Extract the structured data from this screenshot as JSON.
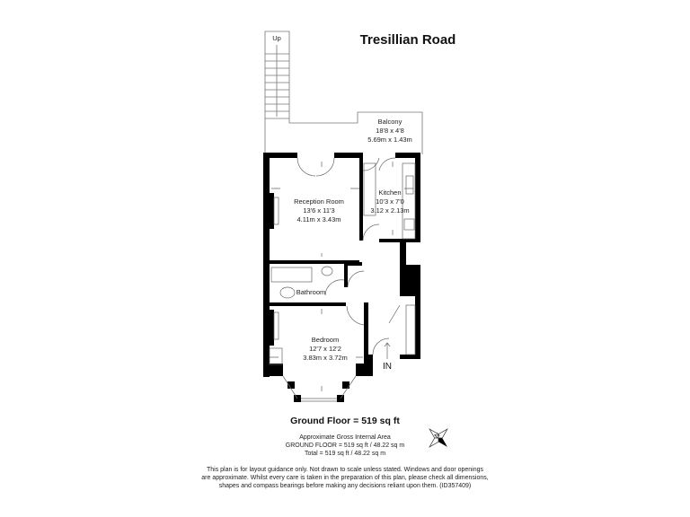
{
  "title": "Tresillian Road",
  "stairs_label": "Up",
  "rooms": [
    {
      "name": "Balcony",
      "imperial": "18'8 x 4'8",
      "metric": "5.69m x 1.43m"
    },
    {
      "name": "Reception Room",
      "imperial": "13'6 x 11'3",
      "metric": "4.11m x 3.43m"
    },
    {
      "name": "Kitchen",
      "imperial": "10'3 x 7'0",
      "metric": "3.12 x 2.13m"
    },
    {
      "name": "Bathroom"
    },
    {
      "name": "Bedroom",
      "imperial": "12'7 x 12'2",
      "metric": "3.83m x 3.72m"
    }
  ],
  "entrance_label": "IN",
  "floor_summary": "Ground Floor = 519 sq ft",
  "area": {
    "heading": "Approximate Gross Internal Area",
    "ground_floor": "GROUND FLOOR = 519 sq ft / 48.22 sq m",
    "total": "Total = 519 sq ft / 48.22 sq m"
  },
  "compass_label": "N",
  "disclaimer": [
    "This plan is for layout guidance only. Not drawn to scale unless stated. Windows and door openings",
    "are approximate. Whilst every care is taken in the preparation of this plan, please check all dimensions,",
    "shapes and compass bearings before making any decisions reliant upon them. (ID357409)"
  ]
}
